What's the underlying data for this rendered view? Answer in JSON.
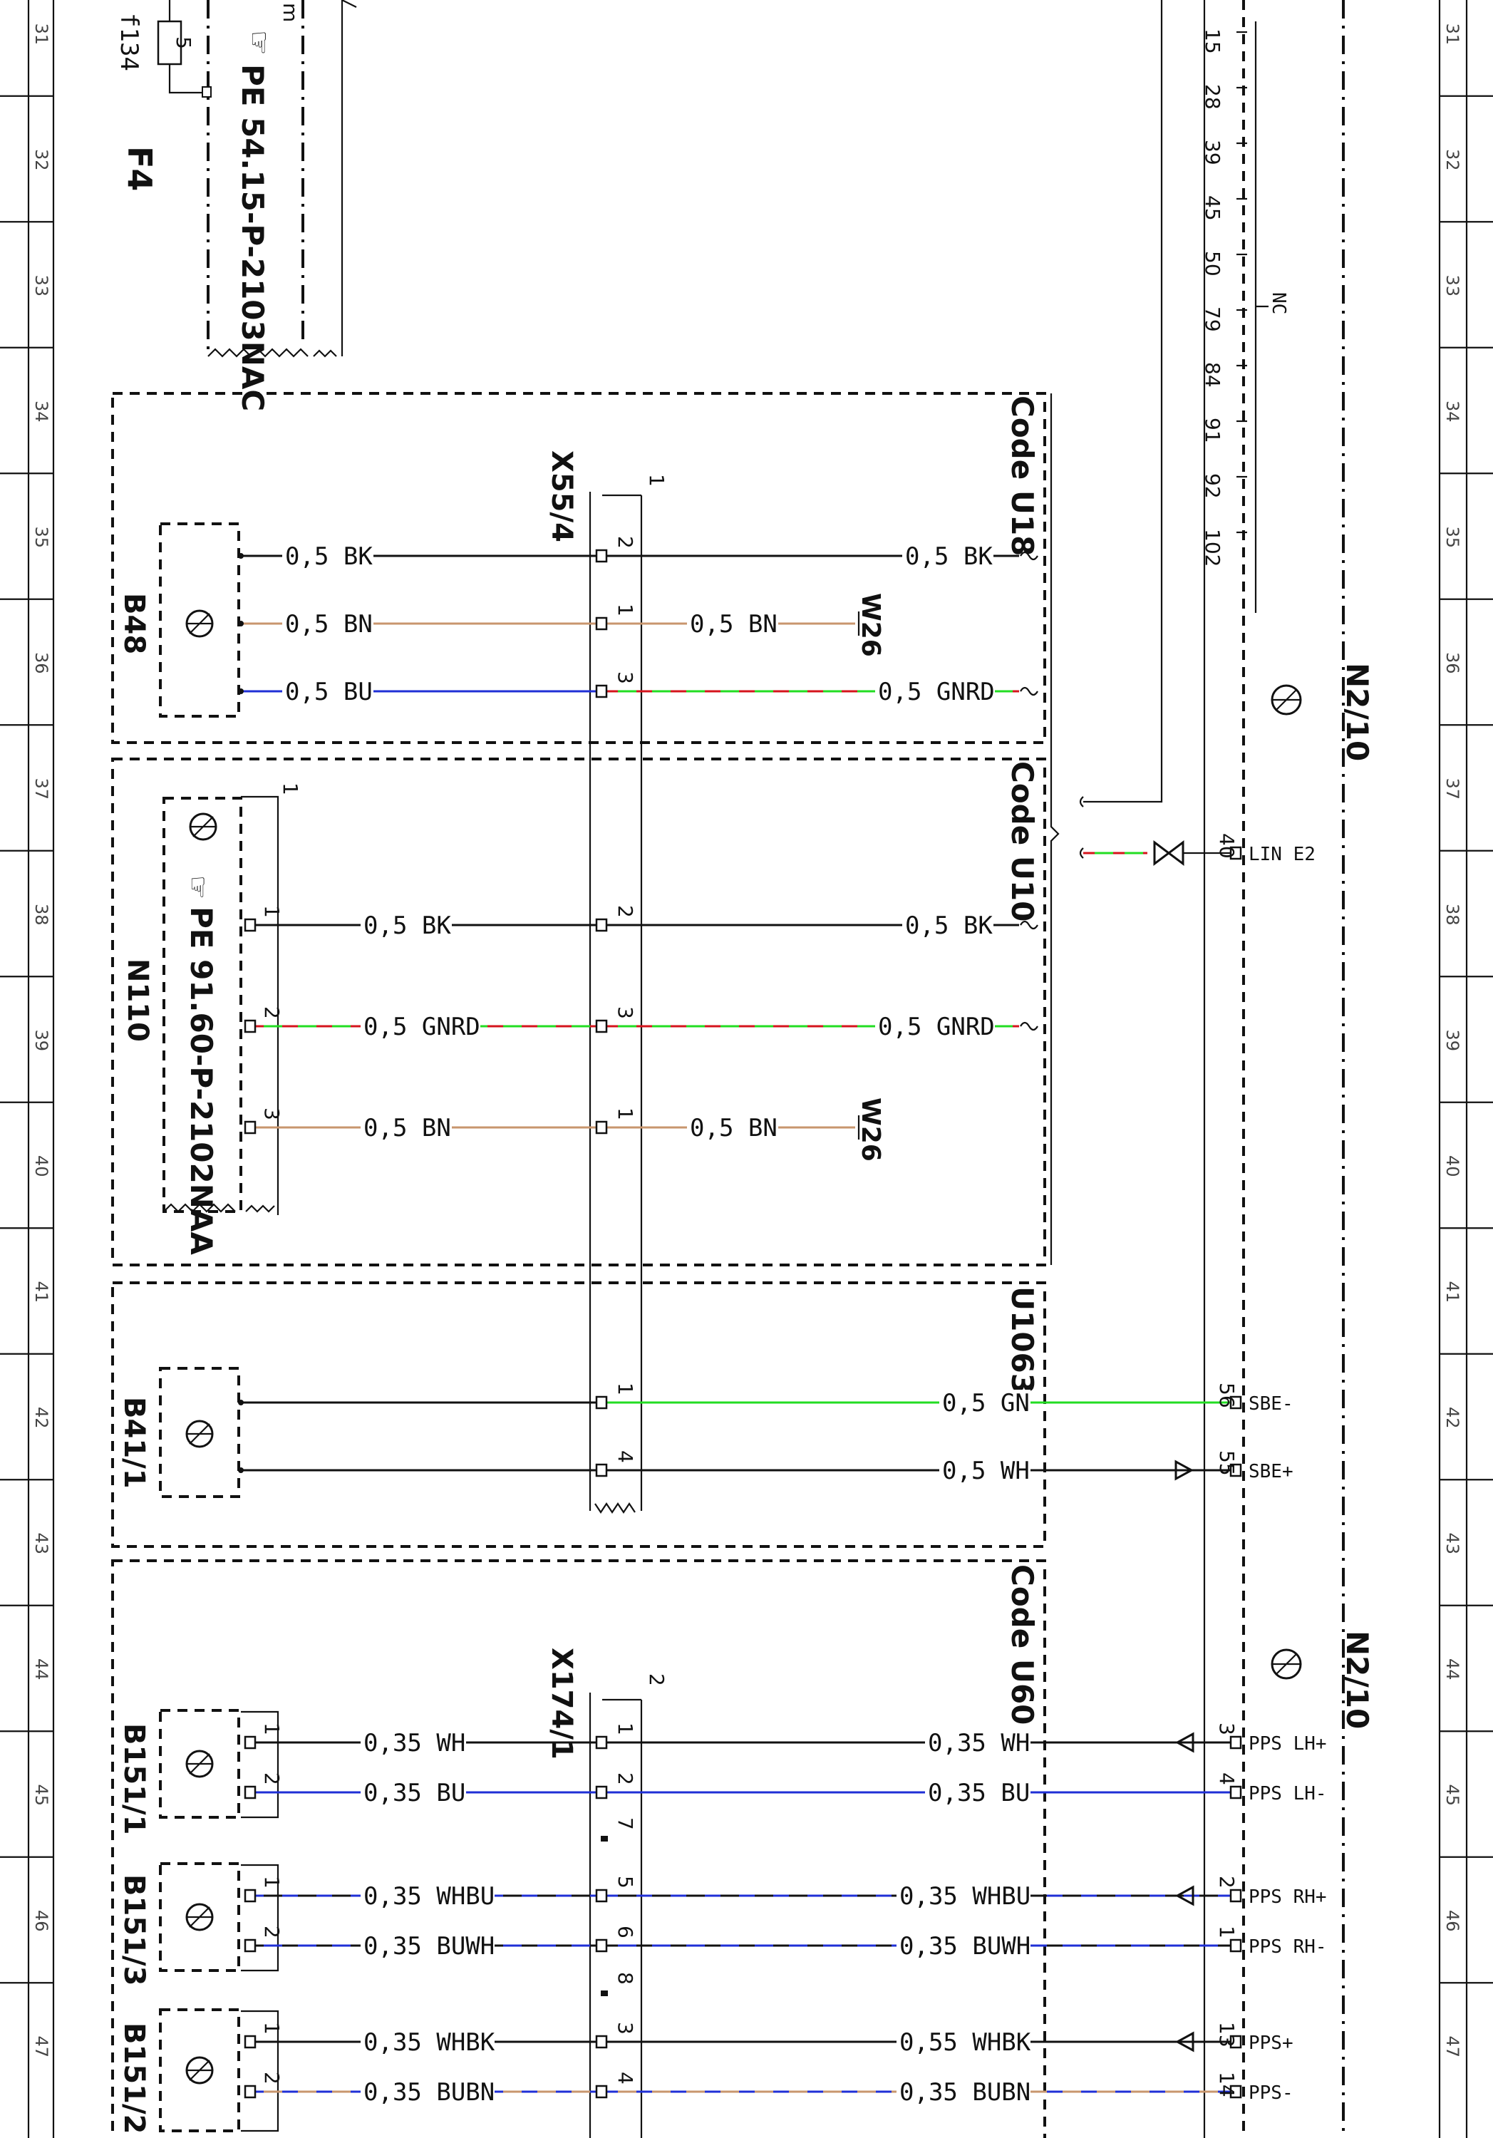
{
  "grid": {
    "rows": [
      "31",
      "32",
      "33",
      "34",
      "35",
      "36",
      "37",
      "38",
      "39",
      "40",
      "41",
      "42",
      "43",
      "44",
      "45",
      "46",
      "47"
    ]
  },
  "components": {
    "F4": "F4",
    "f134": "f134",
    "fuse_rating": "5",
    "m_label": "m",
    "pe_top": "PE 54.15-P-2103NAC",
    "pe_n110": "PE 91.60-P-2102NAA",
    "B48": "B48",
    "N110": "N110",
    "B41_1": "B41/1",
    "B151_1": "B151/1",
    "B151_3": "B151/3",
    "B151_2": "B151/2",
    "N2_10_a": "N2/10",
    "N2_10_b": "N2/10",
    "X55_4": "X55/4",
    "X174_1": "X174/1",
    "W26_a": "W26",
    "W26_b": "W26",
    "conn1": "1",
    "conn2": "2",
    "n110_conn": "1"
  },
  "codes": {
    "U18": "Code U18",
    "U10": "Code U10",
    "U1063": "U1063",
    "U60": "Code U60"
  },
  "top_pins": [
    "15",
    "28",
    "39",
    "45",
    "50",
    "79",
    "84",
    "91",
    "92",
    "102"
  ],
  "nc": "NC",
  "wires": {
    "b48_bk_l": "0,5 BK",
    "b48_bk_r": "0,5 BK",
    "b48_bn_l": "0,5 BN",
    "b48_bn_r": "0,5 BN",
    "b48_bu_l": "0,5 BU",
    "b48_gnrd_r": "0,5 GNRD",
    "n110_bk_l": "0,5 BK",
    "n110_bk_r": "0,5 BK",
    "n110_gnrd_l": "0,5 GNRD",
    "n110_gnrd_r": "0,5 GNRD",
    "n110_bn_l": "0,5 BN",
    "n110_bn_r": "0,5 BN",
    "b41_gn": "0,5 GN",
    "b41_wh": "0,5 WH",
    "b1511_wh_l": "0,35 WH",
    "b1511_wh_r": "0,35 WH",
    "b1511_bu_l": "0,35 BU",
    "b1511_bu_r": "0,35 BU",
    "b1513_whbu_l": "0,35 WHBU",
    "b1513_whbu_r": "0,35 WHBU",
    "b1513_buwh_l": "0,35 BUWH",
    "b1513_buwh_r": "0,35 BUWH",
    "b1512_whbk_l": "0,35 WHBK",
    "b1512_whbk_r": "0,55 WHBK",
    "b1512_bubn_l": "0,35 BUBN",
    "b1512_bubn_r": "0,35 BUBN"
  },
  "signals": {
    "lin": "LIN E2",
    "sbem": "SBE-",
    "sbep": "SBE+",
    "ppslhp": "PPS LH+",
    "ppslhm": "PPS LH-",
    "ppsrhp": "PPS RH+",
    "ppsrhm": "PPS RH-",
    "ppsp": "PPS+",
    "ppsm": "PPS-"
  },
  "pins": {
    "x55_2a": "2",
    "x55_1a": "1",
    "x55_3a": "3",
    "x55_2b": "2",
    "x55_3b": "3",
    "x55_1b": "1",
    "x55_1c": "1",
    "x55_4c": "4",
    "n110_1": "1",
    "n110_2": "2",
    "n110_3": "3",
    "x174_1": "1",
    "x174_2": "2",
    "x174_7": "7",
    "x174_5": "5",
    "x174_6": "6",
    "x174_8": "8",
    "x174_3": "3",
    "x174_4": "4",
    "b1511_1": "1",
    "b1511_2": "2",
    "b1513_1": "1",
    "b1513_2": "2",
    "b1512_1": "1",
    "b1512_2": "2",
    "n2_40": "40",
    "n2_56": "56",
    "n2_55": "55",
    "n2_3": "3",
    "n2_4": "4",
    "n2_2": "2",
    "n2_1": "1",
    "n2_13": "13",
    "n2_14": "14"
  },
  "colors": {
    "BK": "#111111",
    "BN": "#c8966e",
    "BU": "#1f2fd6",
    "GN": "#22dd22",
    "RD": "#d4141c",
    "WH": "#111111"
  }
}
